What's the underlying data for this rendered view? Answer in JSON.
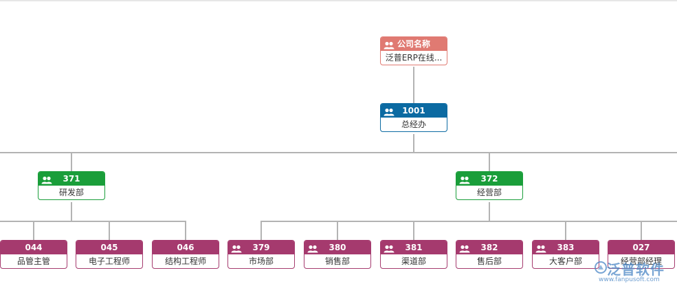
{
  "colors": {
    "company": "#e07a72",
    "office": "#0b6aa2",
    "dept": "#1a9e3a",
    "team": "#a53a6e",
    "connector": "#b3b3b3"
  },
  "nodes": {
    "company": {
      "code": "公司名称",
      "name": "泛普ERP在线..."
    },
    "office": {
      "code": "1001",
      "name": "总经办"
    },
    "rnd": {
      "code": "371",
      "name": "研发部"
    },
    "ops": {
      "code": "372",
      "name": "经营部"
    },
    "n044": {
      "code": "044",
      "name": "品管主管"
    },
    "n045": {
      "code": "045",
      "name": "电子工程师"
    },
    "n046": {
      "code": "046",
      "name": "结构工程师"
    },
    "n379": {
      "code": "379",
      "name": "市场部"
    },
    "n380": {
      "code": "380",
      "name": "销售部"
    },
    "n381": {
      "code": "381",
      "name": "渠道部"
    },
    "n382": {
      "code": "382",
      "name": "售后部"
    },
    "n383": {
      "code": "383",
      "name": "大客户部"
    },
    "n027": {
      "code": "027",
      "name": "经营部经理"
    }
  },
  "watermark": {
    "brand": "泛普软件",
    "url": "www.fanpusoft.com"
  }
}
